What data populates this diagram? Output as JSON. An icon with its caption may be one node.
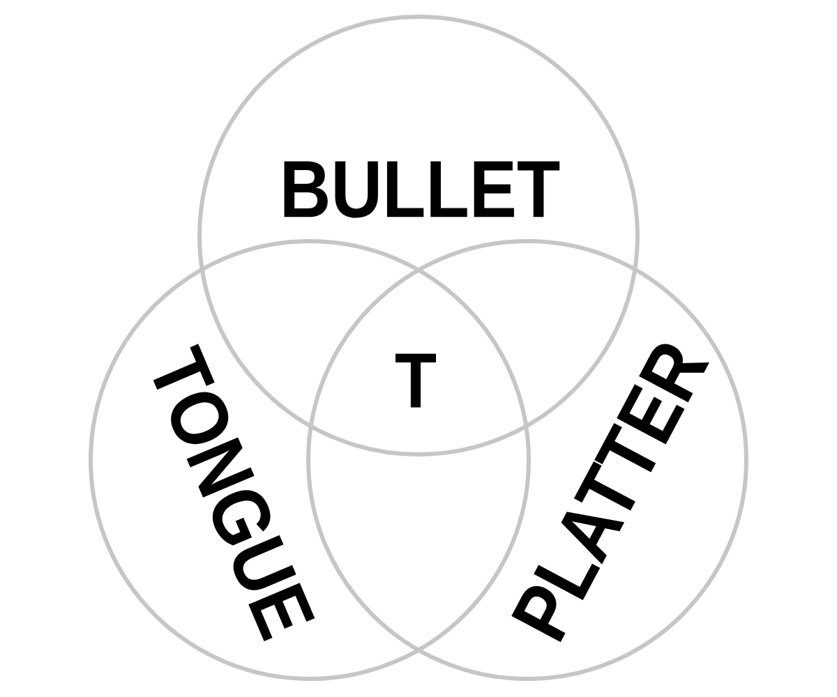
{
  "diagram": {
    "nodes": [
      {
        "text": [
          "BULLET"
        ]
      },
      {
        "text": [
          "TONGUE"
        ]
      },
      {
        "text": [
          "PLATTER"
        ]
      }
    ],
    "labels": [
      "T"
    ]
  }
}
